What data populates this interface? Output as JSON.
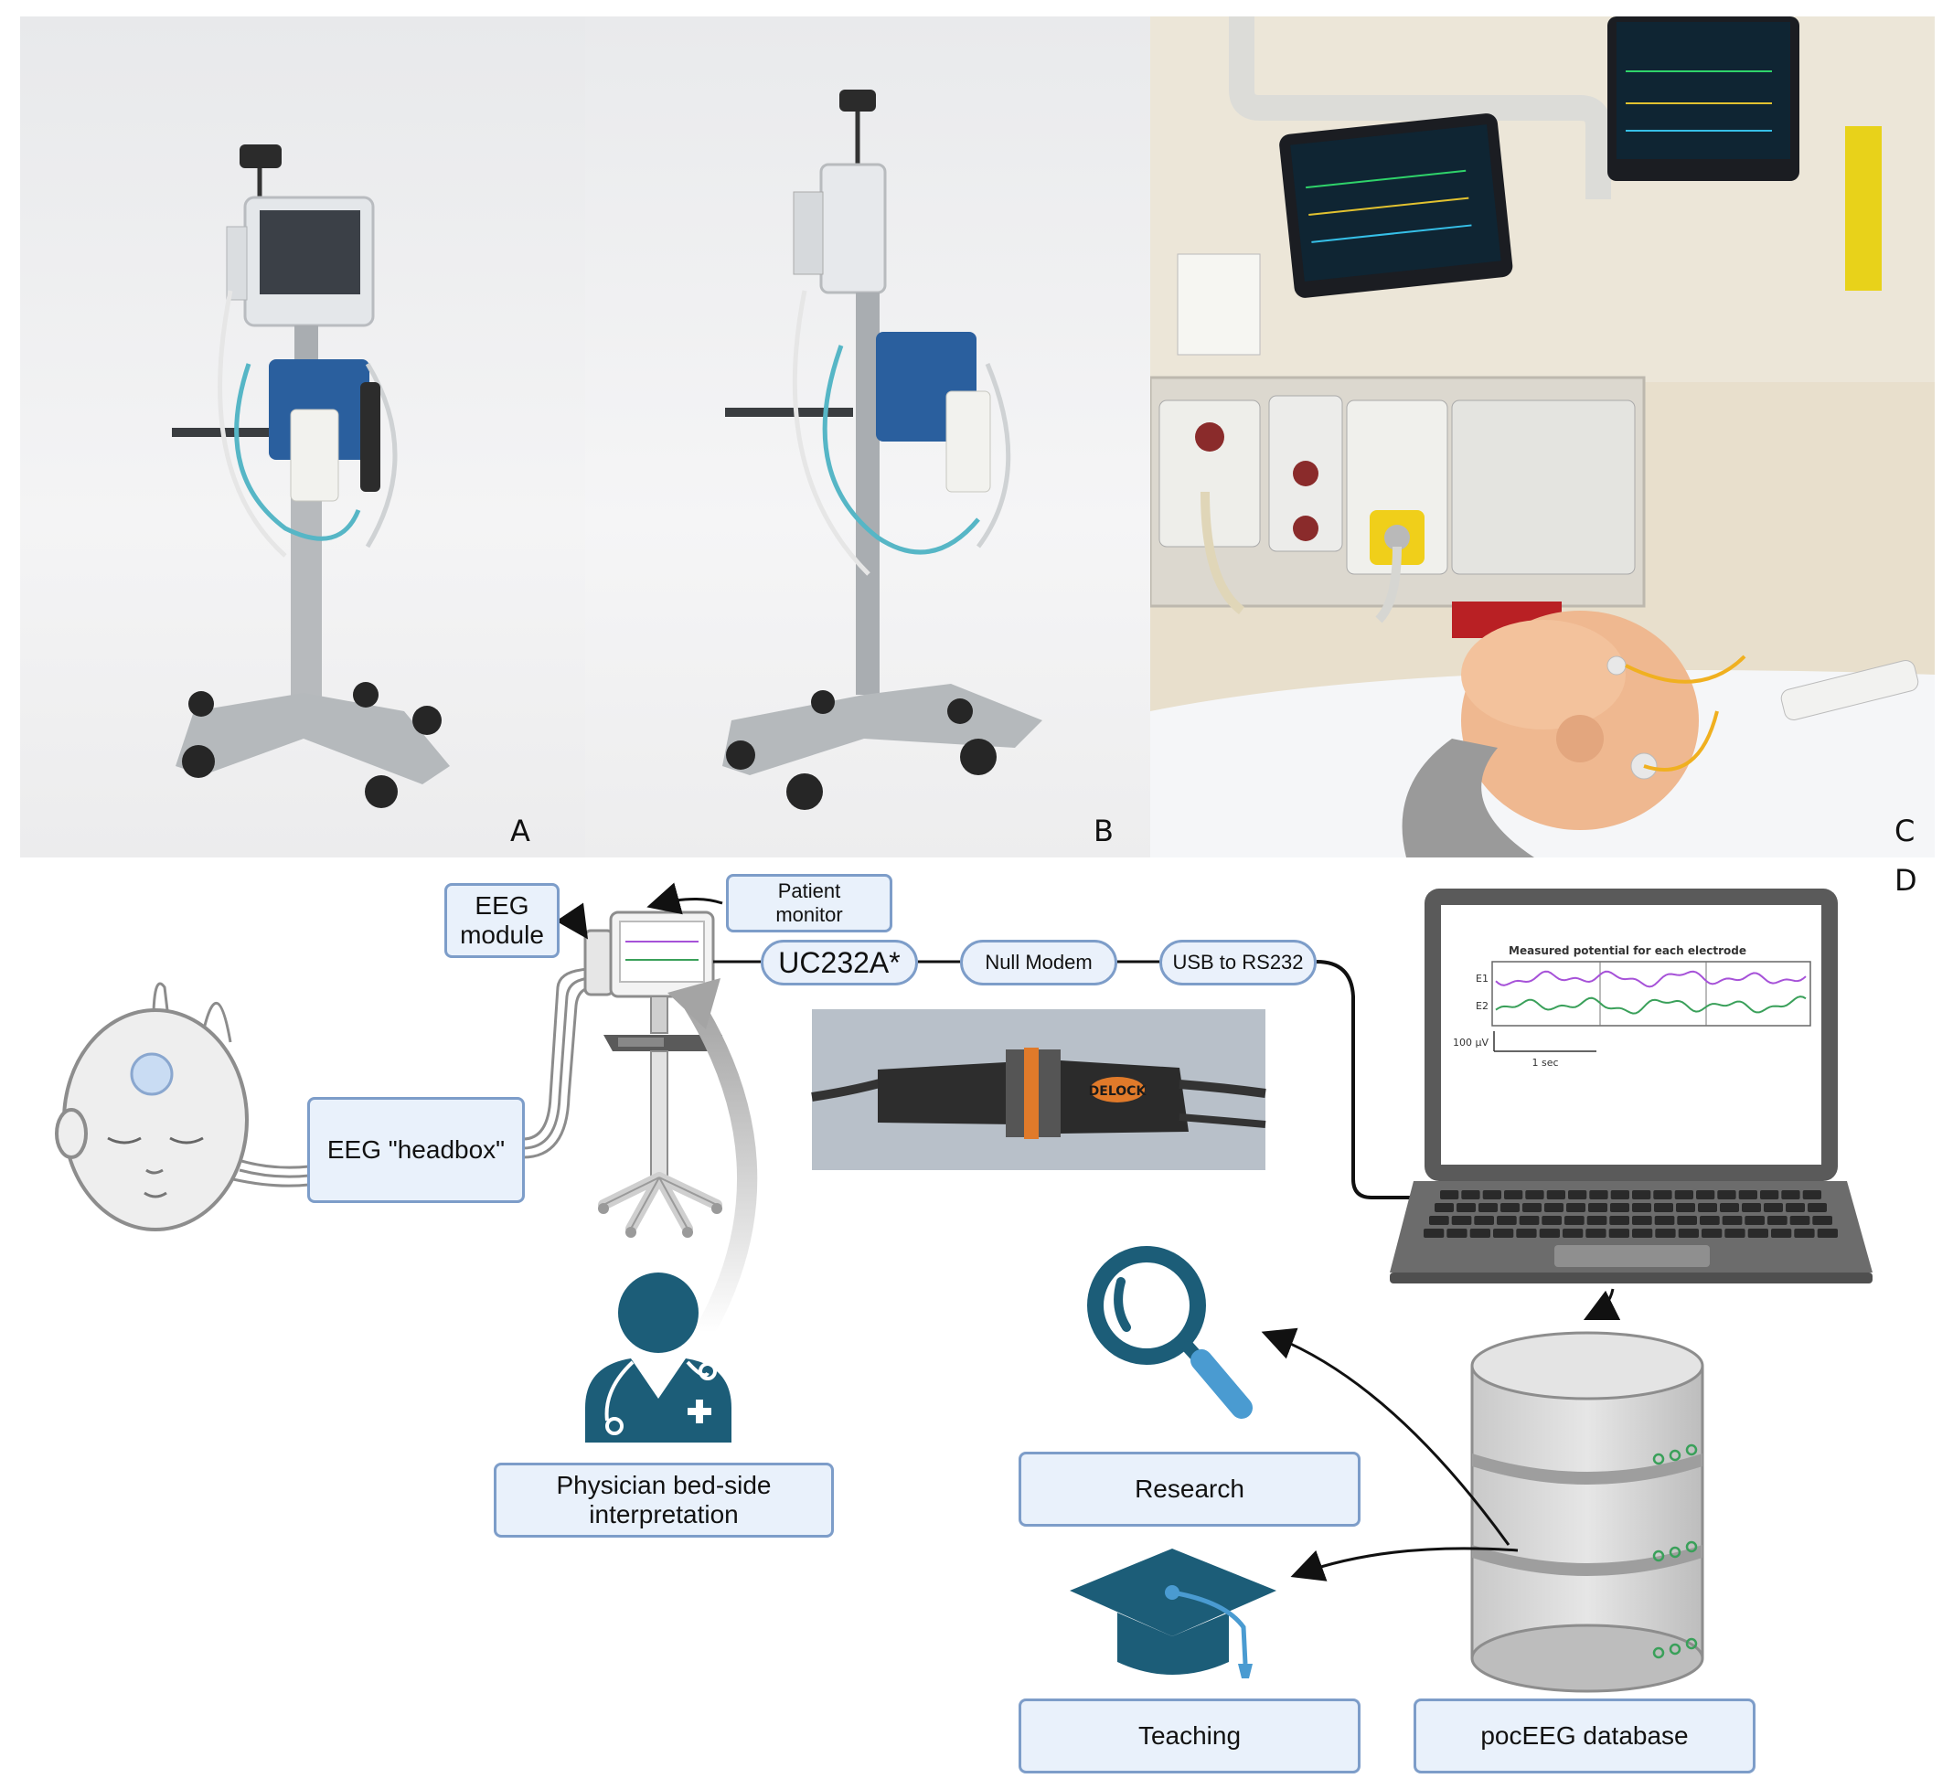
{
  "panels": {
    "a": {
      "label": "A"
    },
    "b": {
      "label": "B"
    },
    "c": {
      "label": "C"
    },
    "d": {
      "label": "D"
    }
  },
  "boxes": {
    "eeg_module": "EEG\nmodule",
    "patient_monitor": "Patient\nmonitor",
    "headbox": "EEG \"headbox\"",
    "physician": "Physician bed-side\ninterpretation",
    "research": "Research",
    "teaching": "Teaching",
    "database": "pocEEG database"
  },
  "pills": {
    "uc232a": "UC232A*",
    "null_modem": "Null Modem",
    "usb_rs232": "USB to RS232"
  },
  "adapter_brand": "DELOCK",
  "laptop_screen": {
    "title": "Measured potential for each electrode",
    "channels": [
      "E1",
      "E2"
    ],
    "scale_v": "100 µV",
    "scale_t": "1 sec"
  },
  "colors": {
    "box_fill": "#e9f1fb",
    "box_border": "#7d9dc9",
    "icon_teal": "#1c5d78",
    "e1_trace": "#a652d8",
    "e2_trace": "#3aa05a"
  }
}
